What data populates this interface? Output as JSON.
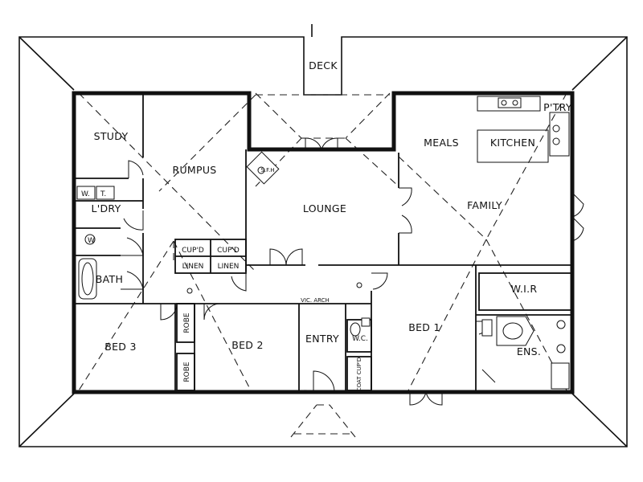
{
  "rooms": {
    "deck": "DECK",
    "study": "STUDY",
    "rumpus": "RUMPUS",
    "laundry": "L'DRY",
    "washer": "W.",
    "tub": "T.",
    "bath": "BATH",
    "wc_bath": "W",
    "cupd_1": "CUP'D",
    "cupd_2": "CUP'D",
    "linen_1": "LINEN",
    "linen_2": "LINEN",
    "lounge": "LOUNGE",
    "sfh": "S.F.H",
    "meals": "MEALS",
    "kitchen": "KITCHEN",
    "pantry": "P'TRY",
    "family": "FAMILY",
    "vic_arch": "VIC. ARCH",
    "bed3": "BED 3",
    "bed2": "BED 2",
    "robe_1": "ROBE",
    "robe_2": "ROBE",
    "entry": "ENTRY",
    "wc": "W.C.",
    "coat_cupd": "COAT CUP'D",
    "bed1": "BED 1",
    "wir": "W.I.R",
    "ens": "ENS."
  }
}
